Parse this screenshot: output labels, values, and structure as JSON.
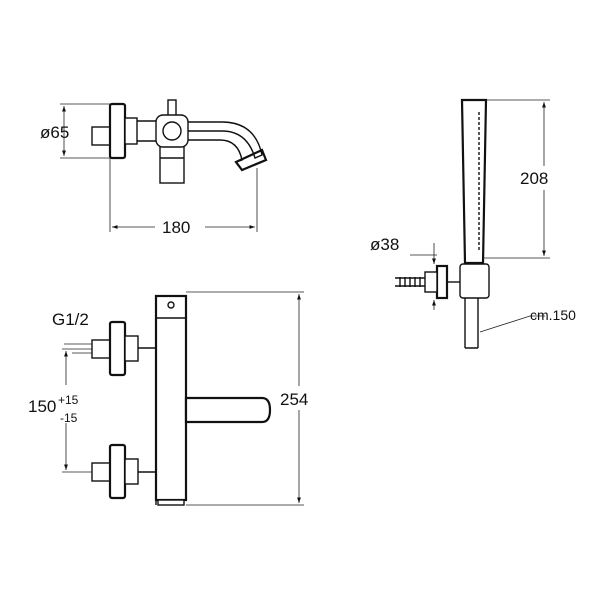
{
  "labels": {
    "top_diameter": "ø65",
    "top_width": "180",
    "shower_height": "208",
    "shower_diameter": "ø38",
    "hose_length": "cm.150",
    "thread": "G1/2",
    "spacing": "150",
    "spacing_tol_plus": "+15",
    "spacing_tol_minus": "-15",
    "front_height": "254"
  }
}
